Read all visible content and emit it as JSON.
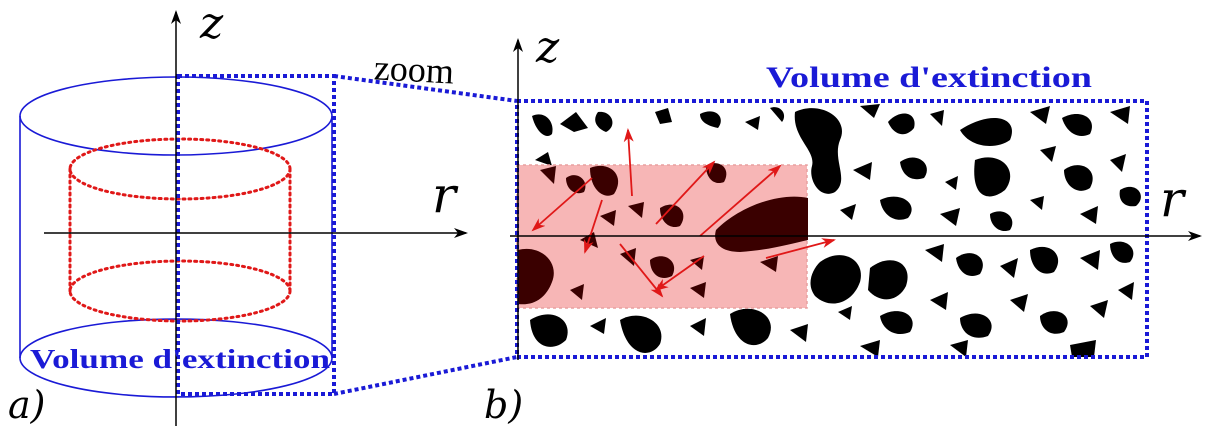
{
  "colors": {
    "blue": "#1a1ad6",
    "red": "#e01818",
    "pink_region": "#f7b6b6",
    "dark_particle": "#3a0000",
    "black": "#000000"
  },
  "panel_a": {
    "label": "a)",
    "axis_z": "z",
    "axis_r": "r",
    "volume_label": "Volume d'extinction"
  },
  "zoom_label": "zoom",
  "panel_b": {
    "label": "b)",
    "axis_z": "z",
    "axis_r": "r",
    "volume_label": "Volume d'extinction"
  }
}
